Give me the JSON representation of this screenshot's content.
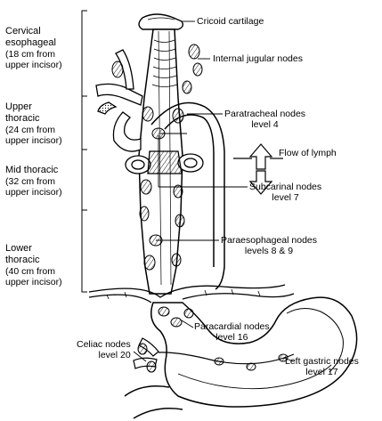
{
  "segments": [
    {
      "name": "Cervical esophageal",
      "name_lines": [
        "Cervical",
        "esophageal"
      ],
      "detail": "(18 cm from upper incisor)",
      "detail_lines": [
        "(18 cm from",
        "upper incisor)"
      ]
    },
    {
      "name": "Upper thoracic",
      "name_lines": [
        "Upper",
        "thoracic"
      ],
      "detail": "(24 cm from upper incisor)",
      "detail_lines": [
        "(24 cm from",
        "upper incisor)"
      ]
    },
    {
      "name": "Mid thoracic",
      "name_lines": [
        "Mid thoracic"
      ],
      "detail": "(32 cm from upper incisor)",
      "detail_lines": [
        "(32 cm from",
        "upper incisor)"
      ]
    },
    {
      "name": "Lower thoracic",
      "name_lines": [
        "Lower",
        "thoracic"
      ],
      "detail": "(40 cm from upper incisor)",
      "detail_lines": [
        "(40 cm from",
        "upper incisor)"
      ]
    }
  ],
  "labels": {
    "cricoid": "Cricoid cartilage",
    "jugular": "Internal jugular nodes",
    "paratracheal": {
      "name": "Paratracheal nodes",
      "level": "level 4"
    },
    "flow": "Flow of lymph",
    "subcarinal": {
      "name": "Subcarinal nodes",
      "level": "level 7"
    },
    "paraesophageal": {
      "name": "Paraesophageal nodes",
      "level": "levels 8 & 9"
    },
    "paracardial": {
      "name": "Paracardial nodes",
      "level": "level 16"
    },
    "celiac": {
      "name": "Celiac nodes",
      "level": "level 20"
    },
    "left_gastric": {
      "name": "Left gastric nodes",
      "level": "level 17"
    }
  }
}
